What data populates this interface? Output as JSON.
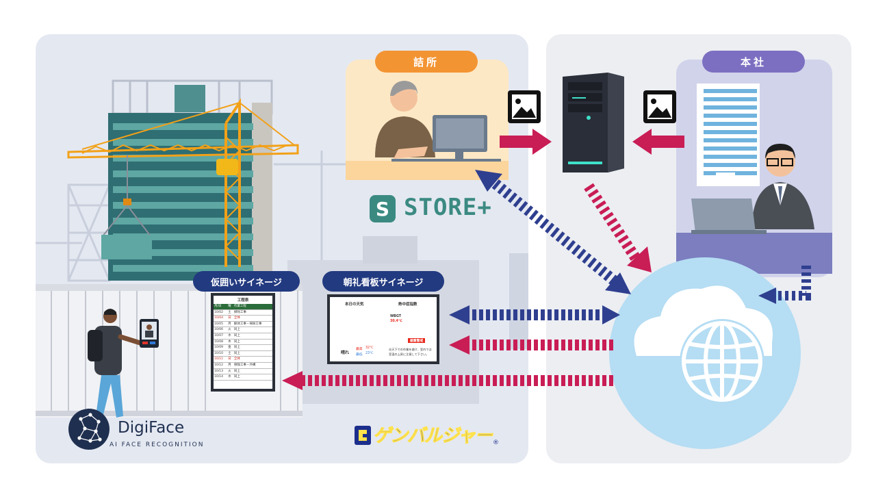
{
  "labels": {
    "site_office": "詰所",
    "headquarters": "本社",
    "hoarding_signage": "仮囲いサイネージ",
    "morning_board_signage": "朝礼看板サイネージ"
  },
  "store": {
    "icon_letter": "S",
    "name": "STORE+"
  },
  "digiface": {
    "name": "DigiFace",
    "tagline": "AI FACE RECOGNITION"
  },
  "genba": {
    "name": "ゲンバルジャー",
    "registered": "®"
  },
  "schedule": {
    "title": "工程表",
    "headers": [
      "月/日",
      "曜",
      "作業工程"
    ],
    "rows": [
      [
        "10/02",
        "土",
        "掃除工事"
      ],
      [
        "10/04",
        "日",
        "全休"
      ],
      [
        "10/05",
        "月",
        "解体工事・掃除工事"
      ],
      [
        "10/06",
        "火",
        "同上"
      ],
      [
        "10/07",
        "水",
        "同上"
      ],
      [
        "10/08",
        "木",
        "同上"
      ],
      [
        "10/09",
        "金",
        "同上"
      ],
      [
        "10/10",
        "土",
        "同上"
      ],
      [
        "10/11",
        "日",
        "全休"
      ],
      [
        "10/12",
        "月",
        "保険工事・外構"
      ],
      [
        "10/13",
        "火",
        "同上"
      ],
      [
        "10/14",
        "水",
        "同上"
      ]
    ],
    "holiday_rows": [
      1,
      8
    ]
  },
  "morning_sign": {
    "weather_title": "本日の天気",
    "heat_title": "熱中症指数",
    "weather": "晴れ",
    "high_label": "最高",
    "high_value": "32℃",
    "low_label": "最低",
    "low_value": "23℃",
    "wbgt_label": "WBGT",
    "wbgt_value": "30.4℃",
    "alert": "厳重警戒",
    "note_line1": "炎天下での作業を避け、室内では",
    "note_line2": "室温の上昇に注意して下さい。"
  },
  "colors": {
    "accent_orange": "#f39433",
    "accent_purple": "#7c6fc1",
    "navy": "#223a80",
    "magenta": "#c91d55",
    "store_teal": "#3b8a82",
    "cloud_blue": "#b5ddf3"
  }
}
